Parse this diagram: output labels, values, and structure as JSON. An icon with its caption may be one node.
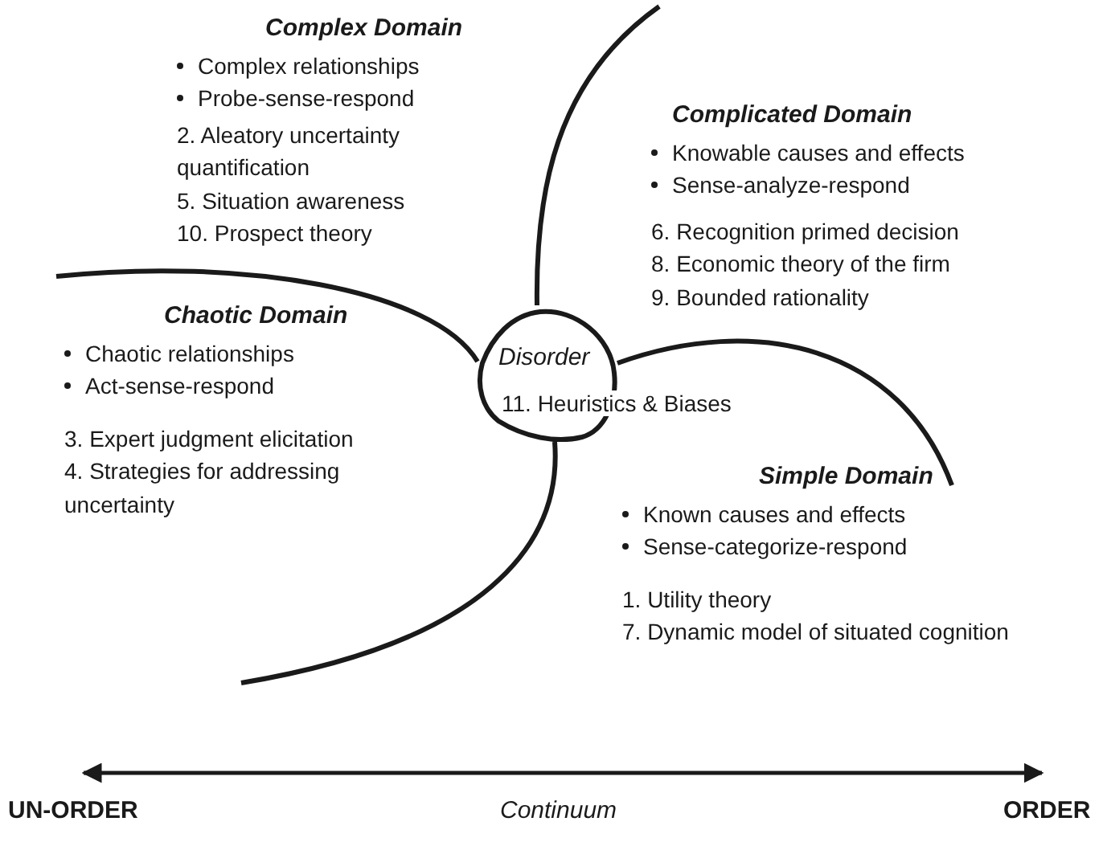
{
  "diagram": {
    "nodes": [
      {
        "text": [
          "Complex Domain",
          "Complex relationships",
          "Probe-sense-respond",
          "2. Aleatory uncertainty quantification",
          "5. Situation awareness",
          "10. Prospect theory"
        ]
      },
      {
        "text": [
          "Complicated Domain",
          "Knowable causes and effects",
          "Sense-analyze-respond",
          "6. Recognition primed decision",
          "8. Economic theory of the firm",
          "9. Bounded rationality"
        ]
      },
      {
        "text": [
          "Chaotic Domain",
          "Chaotic relationships",
          "Act-sense-respond",
          "3. Expert judgment elicitation",
          "4. Strategies for addressing uncertainty"
        ]
      },
      {
        "text": [
          "Disorder"
        ],
        "beside": [
          "11. Heuristics & Biases"
        ]
      },
      {
        "text": [
          "Simple Domain",
          "Known causes and effects",
          "Sense-categorize-respond",
          "1. Utility theory",
          "7. Dynamic model of situated cognition"
        ]
      }
    ],
    "edges": [],
    "labels": [
      "UN-ORDER",
      "Continuum",
      "ORDER"
    ]
  }
}
